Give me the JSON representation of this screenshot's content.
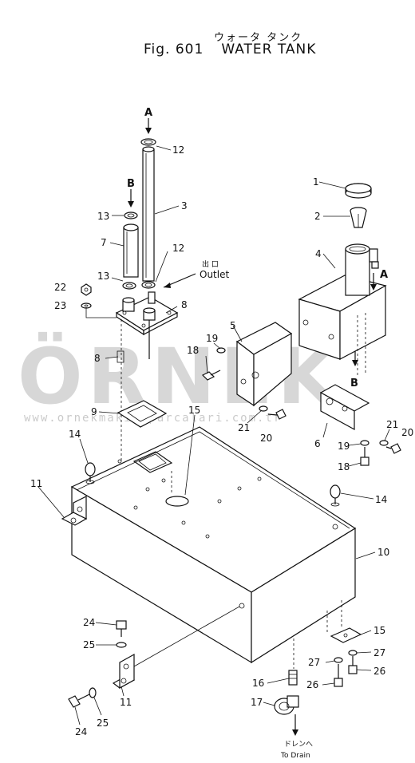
{
  "title": {
    "japanese": "ウォータ タンク",
    "fig": "Fig. 601",
    "name": "WATER TANK"
  },
  "watermark": {
    "brand": "ÖRNEK",
    "url": "www.ornekmakinaparcalari.com.tr"
  },
  "view_markers": {
    "a_top": "A",
    "b_top": "B",
    "a_right": "A",
    "b_right": "B"
  },
  "callouts": [
    {
      "key": "c12a",
      "text": "12"
    },
    {
      "key": "c3",
      "text": "3"
    },
    {
      "key": "c13a",
      "text": "13"
    },
    {
      "key": "c7",
      "text": "7"
    },
    {
      "key": "c12b",
      "text": "12"
    },
    {
      "key": "c13b",
      "text": "13"
    },
    {
      "key": "c22",
      "text": "22"
    },
    {
      "key": "c23",
      "text": "23"
    },
    {
      "key": "c8a",
      "text": "8"
    },
    {
      "key": "c8b",
      "text": "8"
    },
    {
      "key": "c9",
      "text": "9"
    },
    {
      "key": "c1",
      "text": "1"
    },
    {
      "key": "c2",
      "text": "2"
    },
    {
      "key": "c4",
      "text": "4"
    },
    {
      "key": "c5",
      "text": "5"
    },
    {
      "key": "c18a",
      "text": "18"
    },
    {
      "key": "c19a",
      "text": "19"
    },
    {
      "key": "c21a",
      "text": "21"
    },
    {
      "key": "c20a",
      "text": "20"
    },
    {
      "key": "c6",
      "text": "6"
    },
    {
      "key": "c21b",
      "text": "21"
    },
    {
      "key": "c20b",
      "text": "20"
    },
    {
      "key": "c19b",
      "text": "19"
    },
    {
      "key": "c18b",
      "text": "18"
    },
    {
      "key": "c15a",
      "text": "15"
    },
    {
      "key": "c14a",
      "text": "14"
    },
    {
      "key": "c11a",
      "text": "11"
    },
    {
      "key": "c14b",
      "text": "14"
    },
    {
      "key": "c10",
      "text": "10"
    },
    {
      "key": "c15b",
      "text": "15"
    },
    {
      "key": "c24a",
      "text": "24"
    },
    {
      "key": "c25a",
      "text": "25"
    },
    {
      "key": "c27a",
      "text": "27"
    },
    {
      "key": "c27b",
      "text": "27"
    },
    {
      "key": "c26a",
      "text": "26"
    },
    {
      "key": "c26b",
      "text": "26"
    },
    {
      "key": "c16",
      "text": "16"
    },
    {
      "key": "c17",
      "text": "17"
    },
    {
      "key": "c11b",
      "text": "11"
    },
    {
      "key": "c24b",
      "text": "24"
    },
    {
      "key": "c25b",
      "text": "25"
    }
  ],
  "notes": {
    "outlet_ja": "出 口",
    "outlet": "Outlet",
    "drain_ja": "ドレンへ",
    "drain": "To Drain"
  }
}
